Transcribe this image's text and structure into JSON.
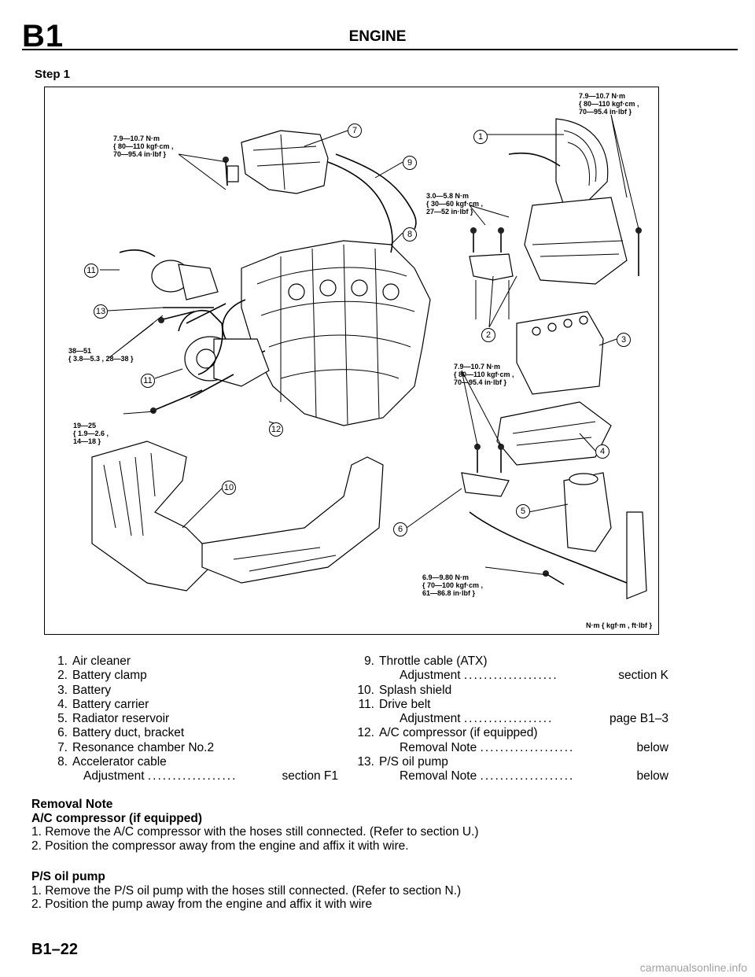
{
  "header": {
    "code": "B1",
    "title": "ENGINE"
  },
  "step_label": "Step 1",
  "figure": {
    "torque_specs": [
      "7.9—10.7 N·m\n{ 80—110 kgf·cm ,\n70—95.4 in·lbf }",
      "7.9—10.7 N·m\n{ 80—110 kgf·cm ,\n70—95.4 in·lbf }",
      "3.0—5.8 N·m\n{ 30—60 kgf·cm ,\n27—52 in·lbf }",
      "38—51\n{ 3.8—5.3 , 28—38 }",
      "7.9—10.7 N·m\n{ 80—110 kgf·cm ,\n70—95.4 in·lbf }",
      "19—25\n{ 1.9—2.6 ,\n14—18 }",
      "6.9—9.80 N·m\n{ 70—100 kgf·cm ,\n61—86.8 in·lbf }"
    ],
    "callouts": [
      "1",
      "2",
      "3",
      "4",
      "5",
      "6",
      "7",
      "8",
      "9",
      "10",
      "11",
      "11",
      "12",
      "13"
    ],
    "units": "N·m { kgf·m , ft·lbf }"
  },
  "parts_left": [
    {
      "num": "1.",
      "name": "Air cleaner"
    },
    {
      "num": "2.",
      "name": "Battery clamp"
    },
    {
      "num": "3.",
      "name": "Battery"
    },
    {
      "num": "4.",
      "name": "Battery carrier"
    },
    {
      "num": "5.",
      "name": "Radiator reservoir"
    },
    {
      "num": "6.",
      "name": "Battery duct, bracket"
    },
    {
      "num": "7.",
      "name": "Resonance chamber No.2"
    },
    {
      "num": "8.",
      "name": "Accelerator cable"
    },
    {
      "num": "",
      "name": "Adjustment",
      "dots": "..................",
      "ref": "section F1"
    }
  ],
  "parts_right": [
    {
      "num": "9.",
      "name": "Throttle cable (ATX)"
    },
    {
      "num": "",
      "name": "Adjustment",
      "dots": "...................",
      "ref": "section K"
    },
    {
      "num": "10.",
      "name": "Splash shield"
    },
    {
      "num": "11.",
      "name": "Drive belt"
    },
    {
      "num": "",
      "name": "Adjustment",
      "dots": "..................",
      "ref": "page B1–3"
    },
    {
      "num": "12.",
      "name": "A/C compressor (if equipped)"
    },
    {
      "num": "",
      "name": "Removal Note",
      "dots": "...................",
      "ref": "below"
    },
    {
      "num": "13.",
      "name": "P/S oil pump"
    },
    {
      "num": "",
      "name": "Removal Note",
      "dots": "...................",
      "ref": "below"
    }
  ],
  "removal_note": {
    "heading": "Removal Note",
    "ac": {
      "heading": "A/C compressor (if equipped)",
      "steps": [
        "1. Remove the A/C compressor with the hoses still connected. (Refer to section U.)",
        "2. Position the compressor away from the engine and affix it with wire."
      ]
    },
    "ps": {
      "heading": "P/S oil pump",
      "steps": [
        "1. Remove the P/S oil pump with the hoses still connected. (Refer to section N.)",
        "2. Position the pump away from the engine and affix it with wire"
      ]
    }
  },
  "page_number": "B1–22",
  "watermark": "carmanualsonline.info"
}
